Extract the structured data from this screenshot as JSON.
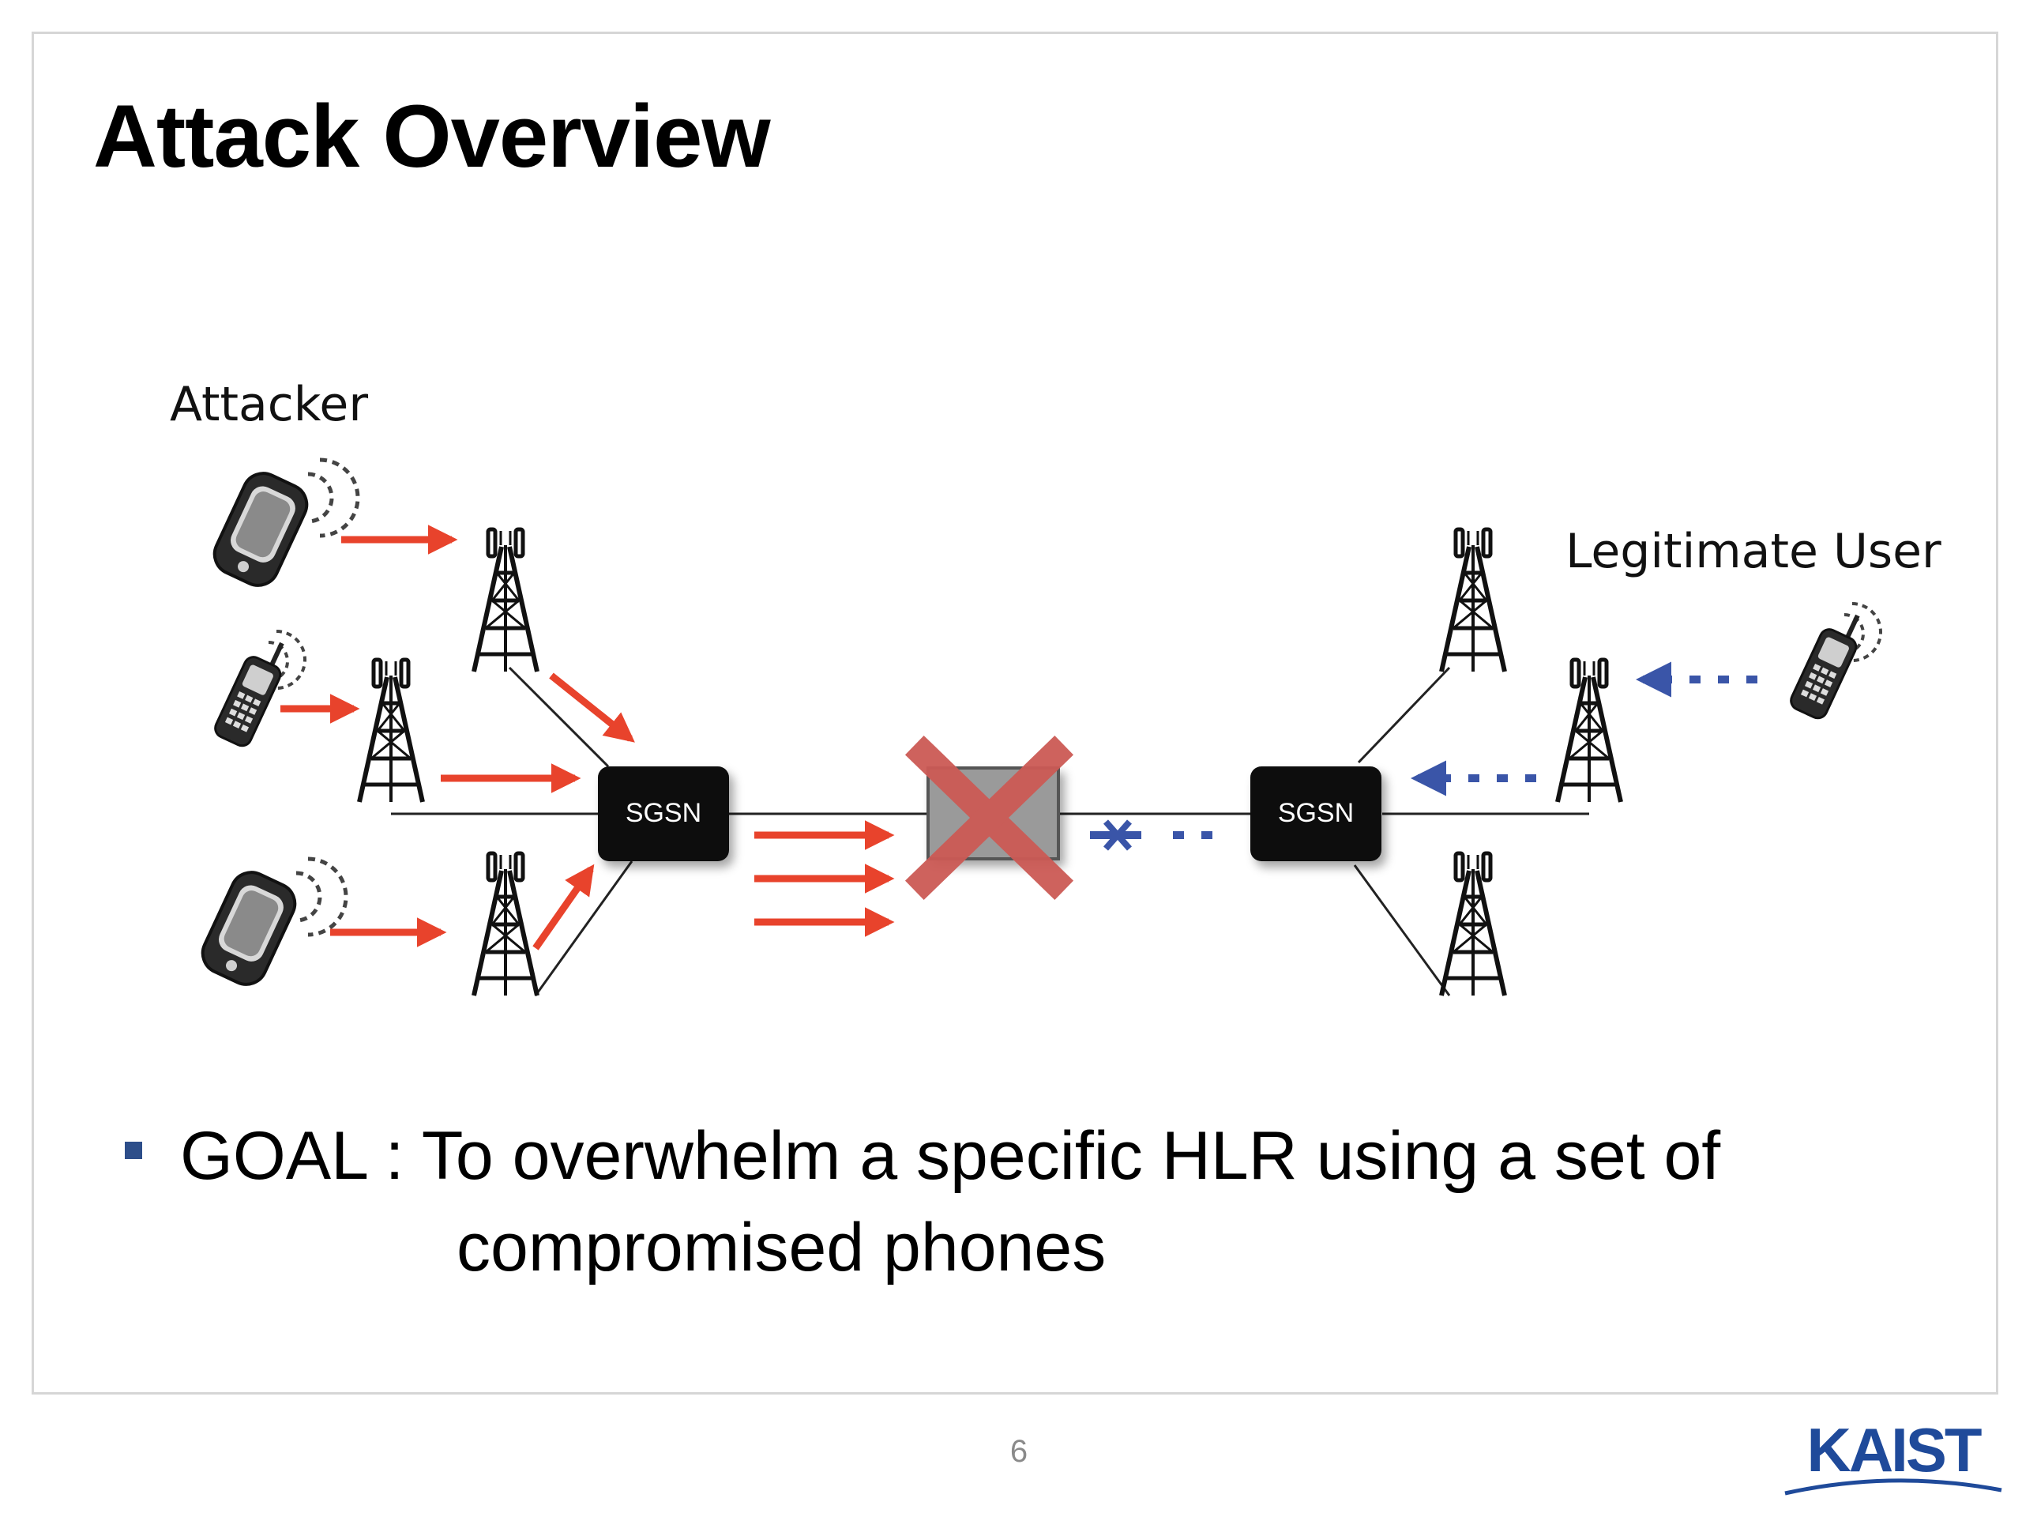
{
  "slide": {
    "title": "Attack Overview",
    "page_number": "6"
  },
  "diagram": {
    "attacker_label": "Attacker",
    "legit_label": "Legitimate User",
    "sgsn_left_label": "SGSN",
    "sgsn_right_label": "SGSN",
    "colors": {
      "attack_arrow": "#e8432c",
      "legit_arrow": "#3a55a8",
      "sgsn_box": "#0b0b0b",
      "hlr_box": "#9a9a9a",
      "cross": "#cc5a55"
    },
    "icons": [
      "smartphone-icon",
      "cellphone-icon",
      "cell-tower-icon",
      "cross-icon"
    ]
  },
  "bullets": [
    {
      "line1": "GOAL : To overwhelm a specific HLR using a set of",
      "line2": "compromised phones"
    }
  ],
  "logo": {
    "text": "KAIST",
    "color": "#1f4a9a"
  }
}
